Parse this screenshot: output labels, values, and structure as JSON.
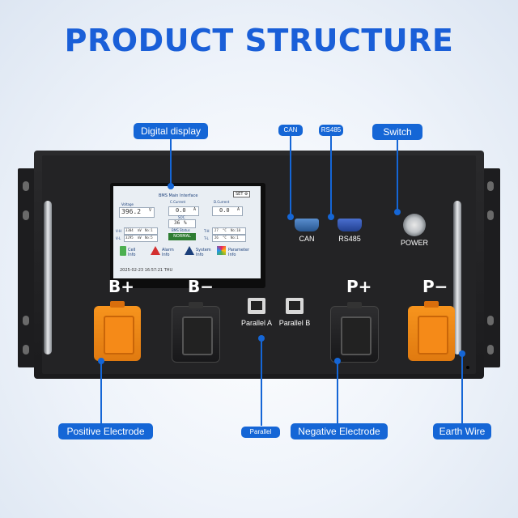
{
  "title": "PRODUCT STRUCTURE",
  "callouts": {
    "digital_display": "Digital display",
    "can": "CAN",
    "rs485": "RS485",
    "switch": "Switch",
    "positive_electrode": "Positive Electrode",
    "parallel": "Parallel",
    "negative_electrode": "Negative Electrode",
    "earth_wire": "Earth Wire"
  },
  "panel": {
    "can": "CAN",
    "rs485": "RS485",
    "power": "POWER",
    "parallel_a": "Parallel A",
    "parallel_b": "Parallel B",
    "b_plus": "B+",
    "b_minus": "B−",
    "p_plus": "P+",
    "p_minus": "P−"
  },
  "lcd": {
    "header": "BMS Main Interface",
    "set_button": "SET ⚙",
    "voltage_label": "Voltage",
    "voltage_value": "396.2",
    "voltage_unit": "V",
    "c_current_label": "C.Current",
    "c_current_value": "0.0",
    "c_current_unit": "A",
    "d_current_label": "D.Current",
    "d_current_value": "0.0",
    "d_current_unit": "A",
    "soc_label": "SOC",
    "soc_value": "36",
    "soc_unit": "%",
    "vh_label": "V-H",
    "vh_value": "3304",
    "vh_unit": "mV",
    "vh_no": "No:1",
    "vl_label": "V-L",
    "vl_value": "3295",
    "vl_unit": "mV",
    "vl_no": "No:5",
    "bms_status_label": "BMS Status",
    "bms_status_value": "NORMAL",
    "th_label": "T-H",
    "th_value": "27",
    "th_unit": "°C",
    "th_no": "No:10",
    "tl_label": "T-L",
    "tl_value": "26",
    "tl_unit": "°C",
    "tl_no": "No:1",
    "cell_info": "Cell Info",
    "alarm_info": "Alarm Info",
    "system_info": "System Info",
    "parameter_info": "Parameter Info",
    "datetime": "2025-02-23 16:57:21 THU"
  },
  "colors": {
    "accent": "#1566d6",
    "title": "#1a5fd8",
    "terminal_orange": "#f7941d",
    "chassis": "#1d1d1f"
  }
}
